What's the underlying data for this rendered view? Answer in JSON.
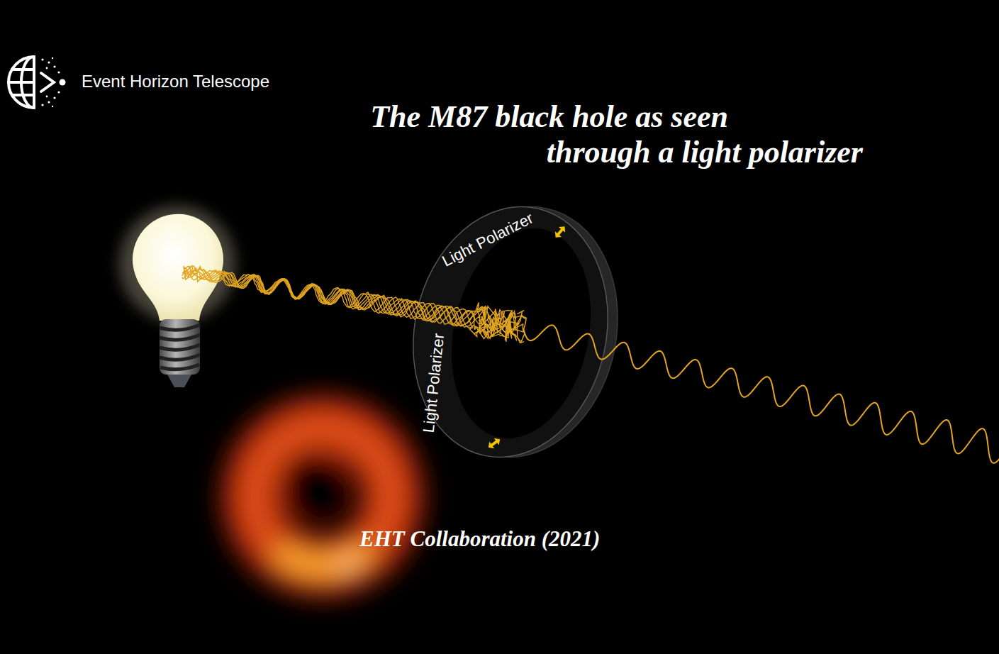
{
  "diagram": {
    "title": "The M87 black hole as seen through a light polarizer",
    "caption": "EHT Collaboration (2021)",
    "labels": [
      "Event Horizon Telescope",
      "Light Polarizer",
      "Light Polarizer"
    ]
  }
}
